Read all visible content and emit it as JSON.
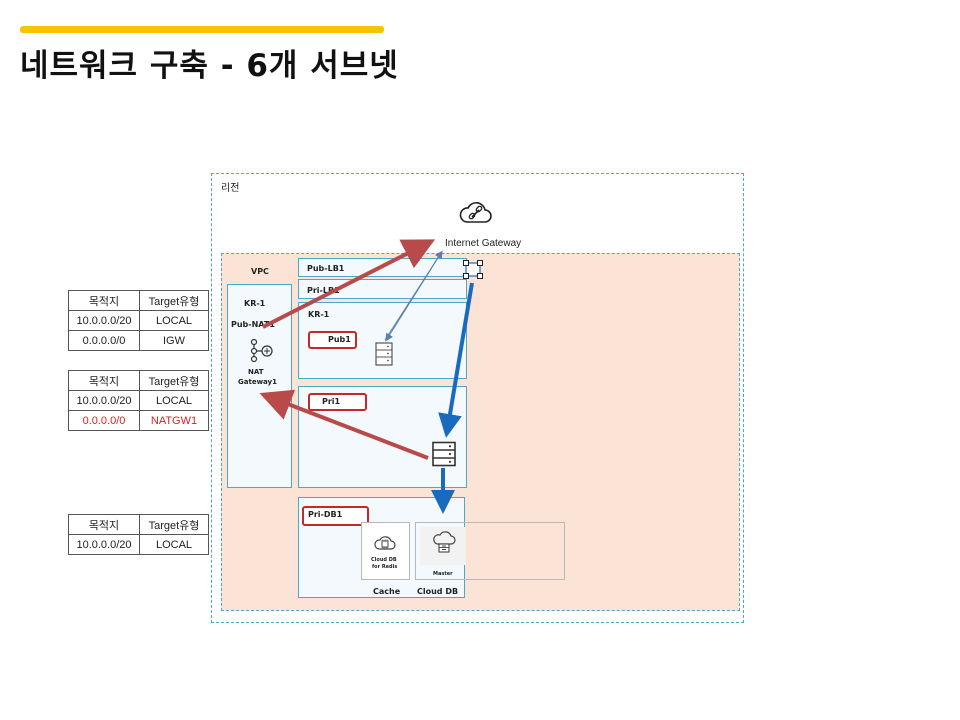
{
  "slide": {
    "title": "네트워크 구축 - 6개 서브넷"
  },
  "route_tables": [
    {
      "headers": [
        "목적지",
        "Target유형"
      ],
      "rows": [
        [
          "10.0.0.0/20",
          "LOCAL"
        ],
        [
          "0.0.0.0/0",
          "IGW"
        ]
      ]
    },
    {
      "headers": [
        "목적지",
        "Target유형"
      ],
      "rows": [
        [
          "10.0.0.0/20",
          "LOCAL"
        ],
        [
          "0.0.0.0/0",
          "NATGW1"
        ]
      ],
      "highlight_row": 1,
      "highlight_color": "#e02020"
    },
    {
      "headers": [
        "목적지",
        "Target유형"
      ],
      "rows": [
        [
          "10.0.0.0/20",
          "LOCAL"
        ]
      ]
    }
  ],
  "diagram": {
    "region_label": "리전",
    "internet_gateway_label": "Internet Gateway",
    "vpc_label": "VPC",
    "nat_zone": {
      "zone": "KR-1",
      "subnet": "Pub-NAT1",
      "nat_label_line1": "NAT",
      "nat_label_line2": "Gateway1"
    },
    "pub_lb": "Pub-LB1",
    "pri_lb": "Pri-LB1",
    "kr_zone": "KR-1",
    "pub_subnet": "Pub1",
    "pri_subnet": "Pri1",
    "pri_db_subnet": "Pri-DB1",
    "redis": {
      "line1": "Cloud DB",
      "line2": "for Redis"
    },
    "master_label": "Master",
    "cache_label": "Cache",
    "clouddb_label": "Cloud DB"
  },
  "colors": {
    "accent": "#f7c400",
    "vpc_fill": "#fbe4d6",
    "subnet_border": "#4aa8c9",
    "red_arrow": "#b84a4a",
    "blue_arrow": "#1a6bbf",
    "red_box": "#c62828"
  },
  "icons": [
    "cloud-link-icon",
    "router-icon",
    "server-icon",
    "nat-gateway-icon",
    "redis-icon",
    "database-icon"
  ]
}
